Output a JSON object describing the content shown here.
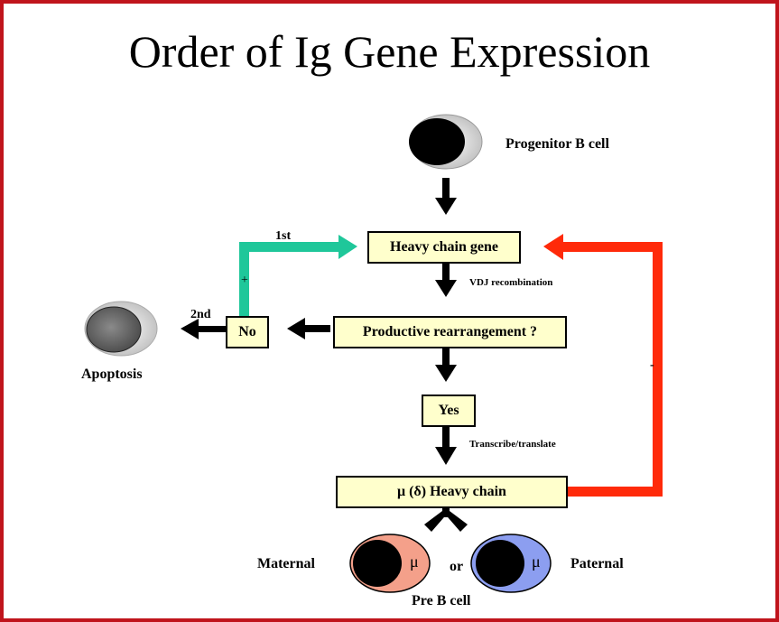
{
  "title": "Order of Ig Gene Expression",
  "cells": {
    "progenitor": "Progenitor B cell",
    "apoptosis": "Apoptosis",
    "maternal": "Maternal",
    "paternal": "Paternal",
    "or": "or",
    "pre_b": "Pre B cell",
    "mu_symbol": "μ"
  },
  "boxes": {
    "heavy_chain_gene": "Heavy chain gene",
    "productive": "Productive rearrangement ?",
    "no": "No",
    "yes": "Yes",
    "heavy_chain": "μ (δ) Heavy chain"
  },
  "edge_labels": {
    "vdj": "VDJ recombination",
    "transcribe": "Transcribe/translate",
    "first": "1st",
    "second": "2nd",
    "plus": "+",
    "minus": "-"
  },
  "colors": {
    "frame": "#c0141c",
    "box_fill": "#ffffcc",
    "green_arrow": "#1fc79a",
    "red_arrow": "#ff2a0a",
    "maternal_cell": "#f4a08a",
    "paternal_cell": "#8c9ef0"
  }
}
